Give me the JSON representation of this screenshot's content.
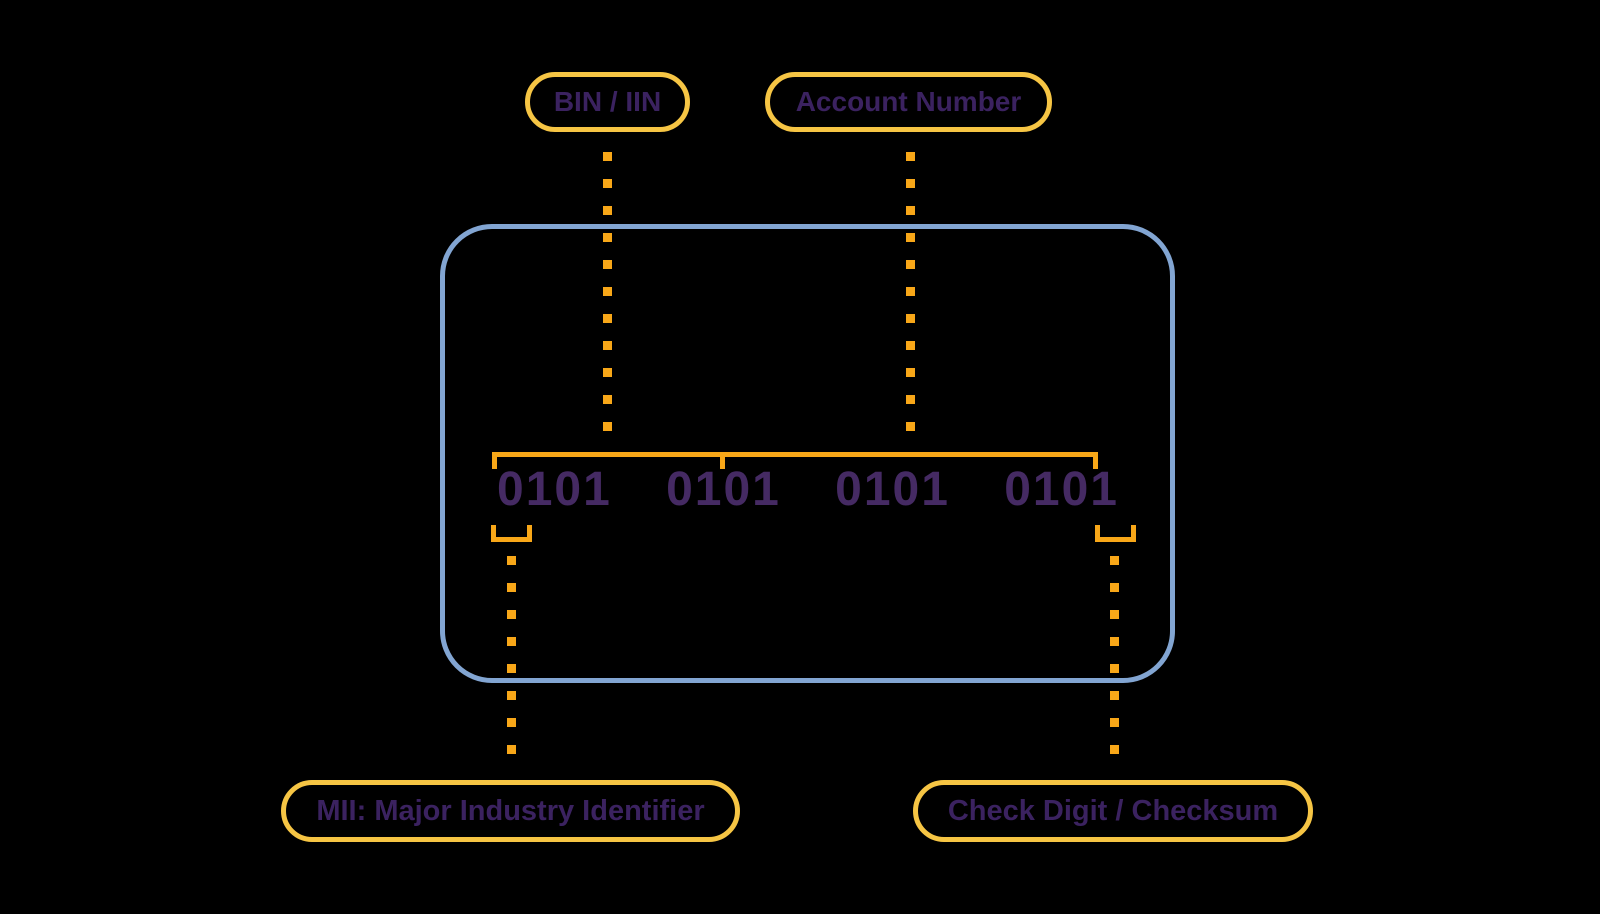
{
  "colors": {
    "background": "#000000",
    "pill-border": "#F6C544",
    "accent-orange": "#F8A718",
    "card-border": "#82A5D2",
    "label-purple": "#3B2260",
    "digit-purple": "#452A63"
  },
  "labels": {
    "bin": "BIN / IIN",
    "account_number": "Account Number",
    "mii": "MII: Major Industry Identifier",
    "check_digit": "Check Digit / Checksum"
  },
  "card_number": {
    "groups": [
      "0101",
      "0101",
      "0101",
      "0101"
    ]
  }
}
